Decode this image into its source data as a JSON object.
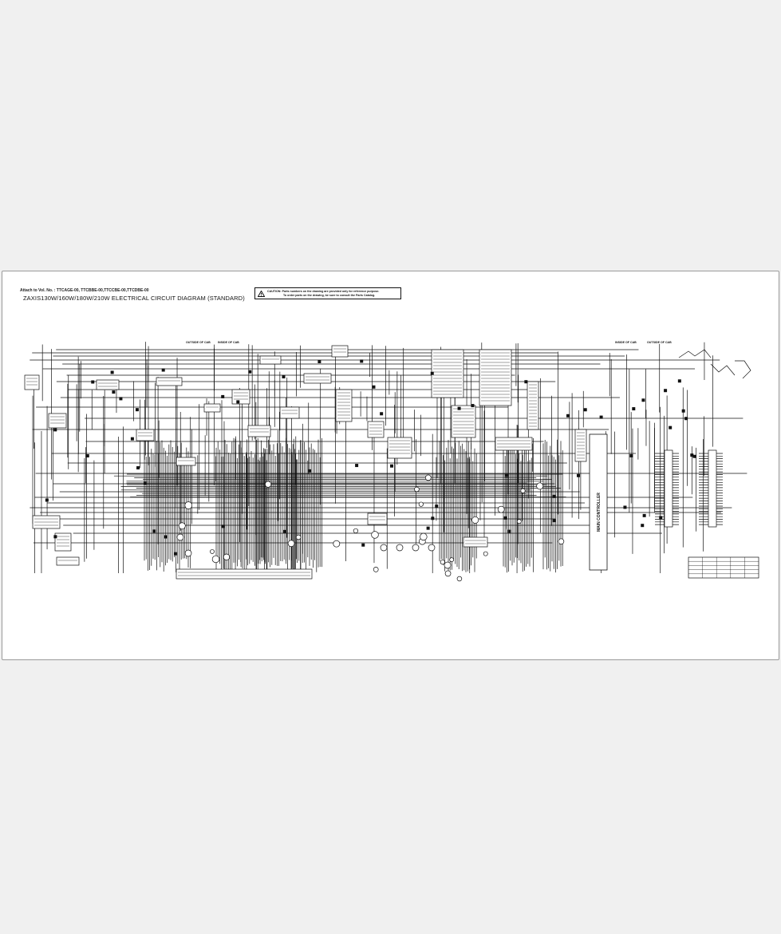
{
  "header": {
    "attach_line": "Attach to Vol. No. : TTCAGE-00, TTCBBE-00,TTCCBE-00,TTCDBE-00",
    "title": "ZAXIS130W/160W/180W/210W ELECTRICAL CIRCUIT DIAGRAM (STANDARD)"
  },
  "caution": {
    "line1": "CAUTION: Parts numbers on the drawing are provided only for reference purpose.",
    "line2": "To order parts on the drawing, be sure to consult the Parts Catalog."
  },
  "labels": {
    "outside_cab_1": "OUTSIDE OF CAB",
    "inside_cab_1": "INSIDE OF CAB",
    "inside_cab_2": "INSIDE OF CAB",
    "outside_cab_2": "OUTSIDE OF CAB",
    "main_controller": "MAIN CONTROLLER"
  },
  "colors": {
    "line": "#111111",
    "paper": "#ffffff",
    "background": "#f0f0f0"
  }
}
